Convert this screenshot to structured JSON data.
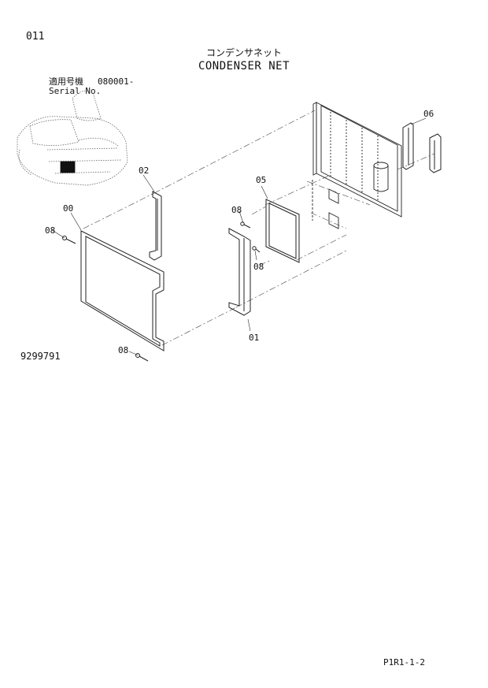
{
  "header": {
    "page_code": "011",
    "title_jp": "コンデンサネット",
    "title_en": "CONDENSER NET",
    "serial_label_jp": "適用号機",
    "serial_value": "080001-",
    "serial_label_en": "Serial No."
  },
  "callouts": {
    "c00": "00",
    "c01": "01",
    "c02": "02",
    "c05": "05",
    "c06": "06",
    "c08a": "08",
    "c08b": "08",
    "c08c": "08",
    "c08d": "08"
  },
  "footer": {
    "drawing_number": "9299791",
    "page_ref": "P1R1-1-2"
  }
}
